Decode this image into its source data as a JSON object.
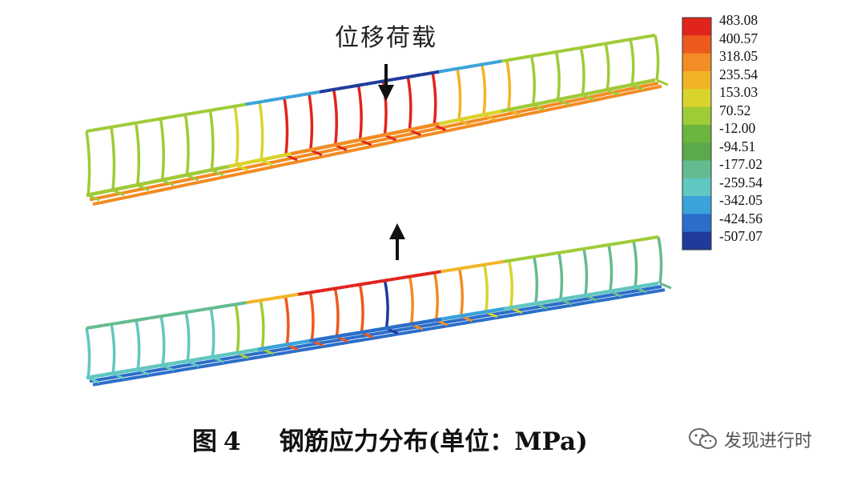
{
  "figure": {
    "load_label": "位移荷载",
    "legend": {
      "values": [
        "483.08",
        "400.57",
        "318.05",
        "235.54",
        "153.03",
        "70.52",
        "-12.00",
        "-94.51",
        "-177.02",
        "-259.54",
        "-342.05",
        "-424.56",
        "-507.07"
      ],
      "colors": [
        "#e0241c",
        "#ec5a1e",
        "#f28c24",
        "#f2b427",
        "#d9d42b",
        "#9fcb37",
        "#6bb43d",
        "#5ca84c",
        "#63bb8f",
        "#61c7c1",
        "#3aa3da",
        "#2b6ec9",
        "#1f3a9c"
      ]
    },
    "caption": {
      "label": "图",
      "number": "4",
      "text": "钢筋应力分布(单位：MPa)"
    }
  },
  "watermark": {
    "icon": "wechat-icon",
    "text": "发现进行时"
  }
}
